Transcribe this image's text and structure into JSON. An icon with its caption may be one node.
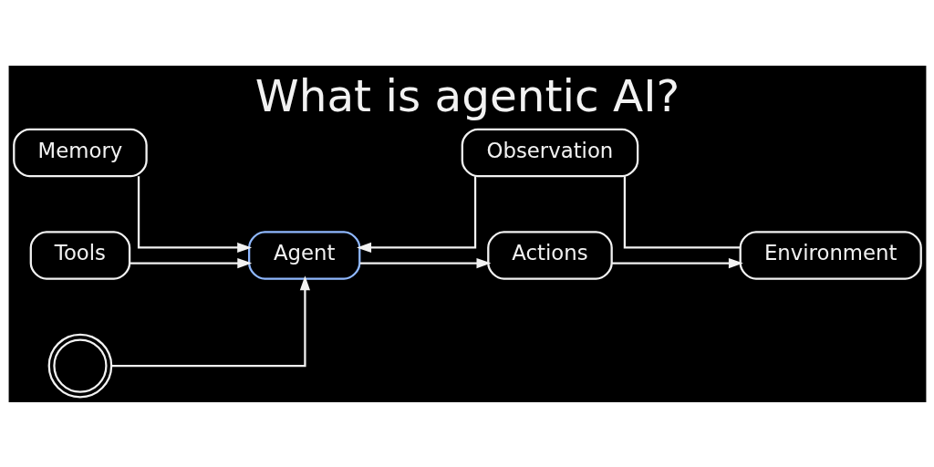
{
  "diagram": {
    "title": "What is agentic AI?",
    "nodes": [
      {
        "text": [
          "Memory"
        ]
      },
      {
        "text": [
          "Tools"
        ]
      },
      {
        "text": [],
        "shape": "picture"
      },
      {
        "text": [
          "Agent"
        ]
      },
      {
        "text": [
          "Observation"
        ]
      },
      {
        "text": [
          "Actions"
        ]
      },
      {
        "text": [
          "Environment"
        ]
      }
    ],
    "edges": [
      {
        "from": 0,
        "to": 3,
        "arrow": "to"
      },
      {
        "from": 1,
        "to": 3,
        "arrow": "to"
      },
      {
        "from": 2,
        "to": 3,
        "arrow": "to"
      },
      {
        "from": 3,
        "to": 5,
        "arrow": "to"
      },
      {
        "from": 5,
        "to": 6,
        "arrow": "to"
      },
      {
        "from": 6,
        "to": 4,
        "arrow": "none"
      },
      {
        "from": 4,
        "to": 3,
        "arrow": "to"
      }
    ]
  }
}
